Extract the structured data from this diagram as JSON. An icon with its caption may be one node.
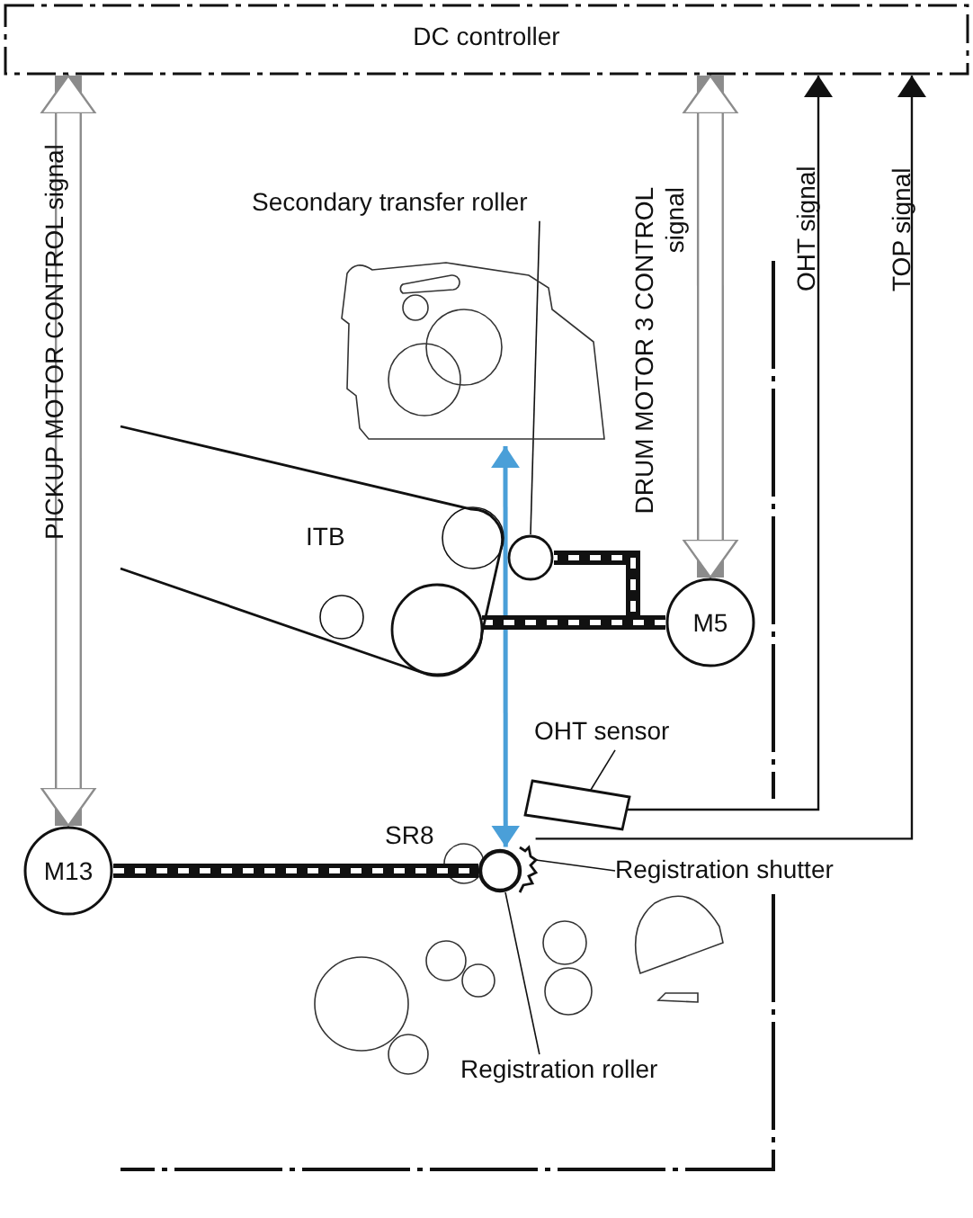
{
  "diagram": {
    "nodes": [
      {
        "text": [
          "DC controller"
        ]
      },
      {
        "text": [
          "ITB"
        ]
      },
      {
        "text": [
          "M5"
        ]
      },
      {
        "text": [
          "M13"
        ]
      },
      {
        "text": [
          "Secondary transfer roller"
        ]
      },
      {
        "text": [],
        "shape": "circle"
      },
      {
        "text": [
          "OHT sensor"
        ]
      },
      {
        "text": [],
        "shape": "box"
      },
      {
        "text": [
          "Registration shutter"
        ]
      },
      {
        "text": [],
        "shape": "gear"
      },
      {
        "text": [
          "Registration roller"
        ]
      },
      {
        "text": [],
        "shape": "circle"
      },
      {
        "text": [],
        "shape": "cartridge"
      }
    ],
    "edges": [
      {
        "from": 0,
        "to": 3,
        "arrow": "both",
        "label": "PICKUP MOTOR CONTROL signal",
        "color": "#8c8c8c",
        "style": "thick"
      },
      {
        "from": 0,
        "to": 2,
        "arrow": "both",
        "label": "DRUM MOTOR 3 CONTROL signal",
        "color": "#8c8c8c",
        "style": "thick"
      },
      {
        "from": 7,
        "to": 0,
        "arrow": "to",
        "label": "OHT signal"
      },
      {
        "from": 9,
        "to": 0,
        "arrow": "to",
        "label": "TOP signal"
      },
      {
        "from": 4,
        "to": 5,
        "arrow": "none"
      },
      {
        "from": 6,
        "to": 7,
        "arrow": "none"
      },
      {
        "from": 8,
        "to": 9,
        "arrow": "none"
      },
      {
        "from": 10,
        "to": 11,
        "arrow": "none"
      },
      {
        "from": 11,
        "to": 12,
        "arrow": "both",
        "color": "#4a9fd8"
      },
      {
        "from": 3,
        "to": 11,
        "arrow": "none",
        "style": "thick"
      },
      {
        "from": 2,
        "to": 1,
        "arrow": "none",
        "style": "thick"
      },
      {
        "from": 2,
        "to": 5,
        "arrow": "none",
        "style": "thick"
      }
    ],
    "labels": [
      "SR8"
    ]
  }
}
